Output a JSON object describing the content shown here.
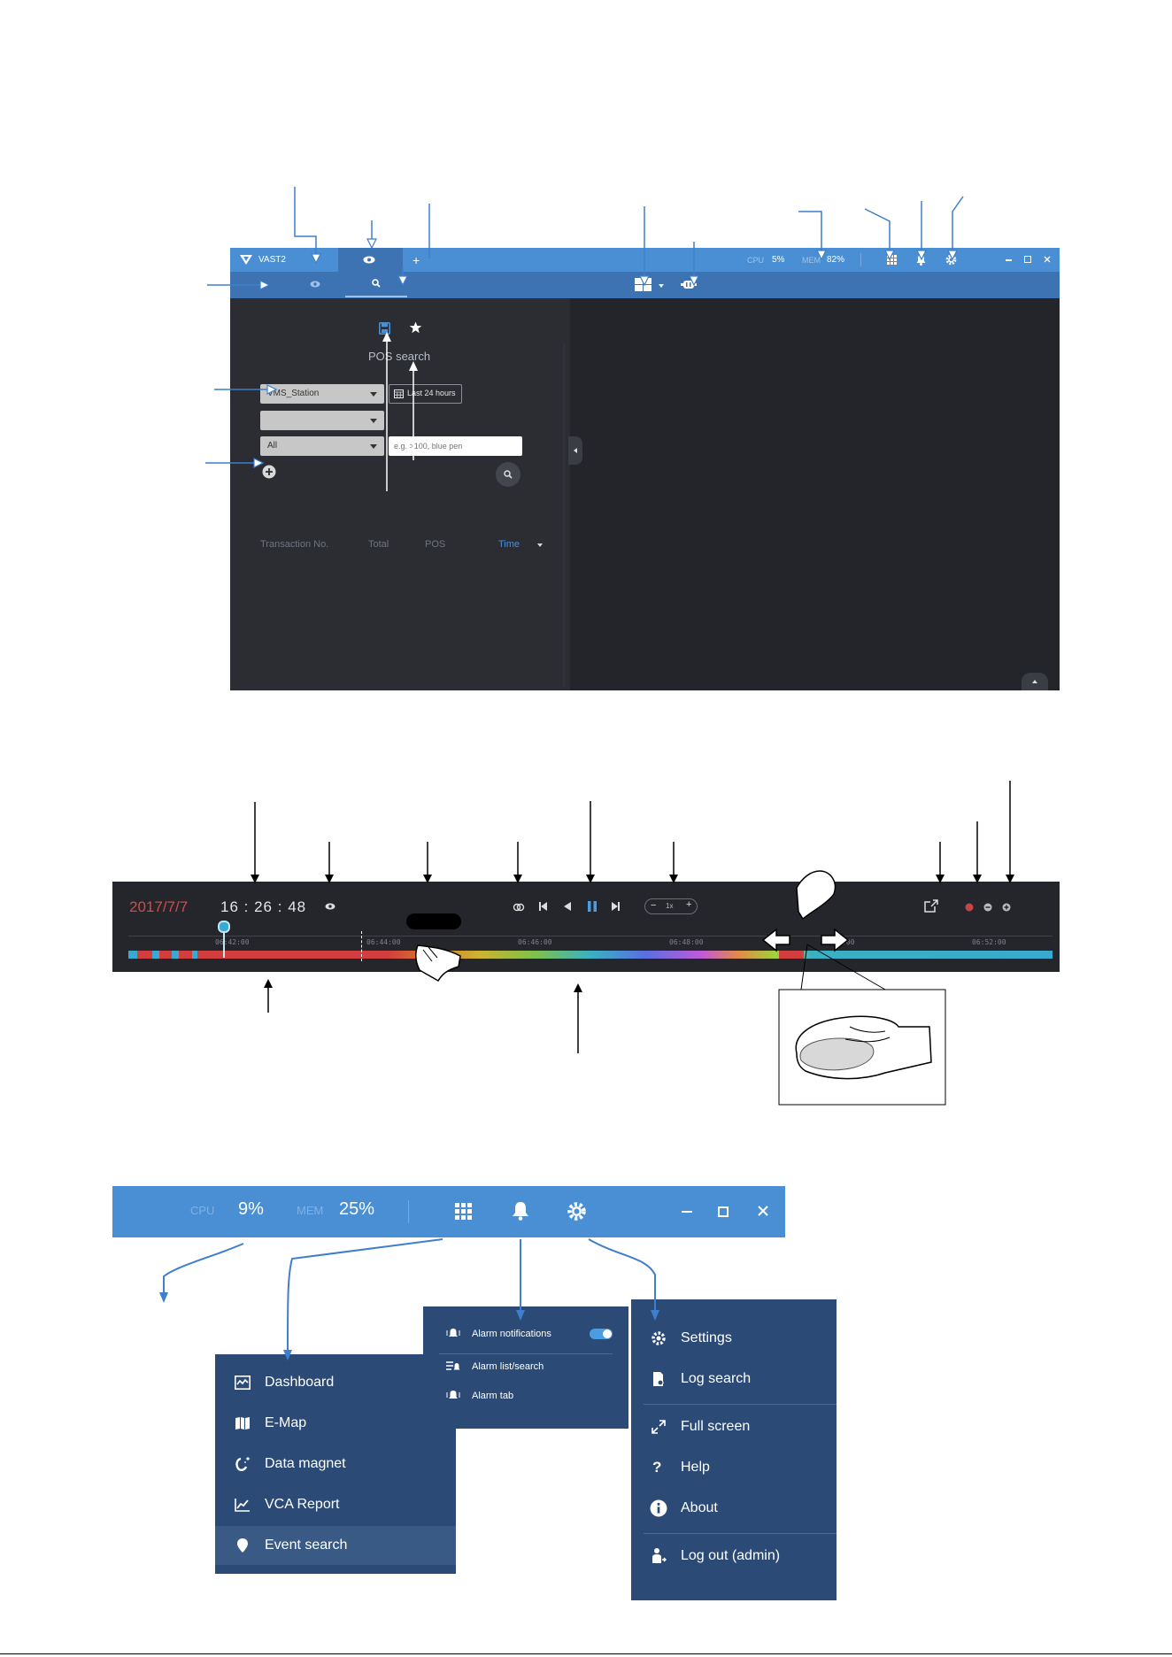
{
  "app": {
    "logo": "VAST2",
    "cpu_label": "CPU",
    "cpu_value": "5%",
    "mem_label": "MEM",
    "mem_value": "82%",
    "panel_title": "POS search",
    "station_dropdown": "VMS_Station",
    "second_dropdown": "",
    "third_dropdown": "All",
    "time_range_button": "Last 24 hours",
    "search_placeholder": "e.g. >100, blue pen",
    "columns": [
      "Transaction No.",
      "Total",
      "POS",
      "Time"
    ],
    "add_tab_label": "+",
    "icons": [
      "eye-icon",
      "search-icon",
      "save-icon",
      "star-icon",
      "layout-grid-icon",
      "camera-icon",
      "apps-icon",
      "bell-icon",
      "gear-icon",
      "minimize-icon",
      "restore-icon",
      "close-icon",
      "plus-circle-icon",
      "collapse-left-icon",
      "expand-up-icon"
    ]
  },
  "playback": {
    "date": "2017/7/7",
    "hour": "16",
    "minute": "26",
    "second": "48",
    "speed_label": "1x",
    "ticks": [
      "06:42:00",
      "06:44:00",
      "06:46:00",
      "06:48:00",
      "06:50:00",
      "06:52:00"
    ],
    "icons": [
      "eye-icon",
      "sync-icon",
      "skip-back-icon",
      "reverse-play-icon",
      "pause-icon",
      "skip-forward-icon",
      "export-icon",
      "record-icon",
      "zoom-out-icon",
      "zoom-in-icon"
    ]
  },
  "toolbar3": {
    "cpu_label": "CPU",
    "cpu_value": "9%",
    "mem_label": "MEM",
    "mem_value": "25%",
    "icons": [
      "apps-icon",
      "bell-icon",
      "gear-icon",
      "minimize-icon",
      "maximize-icon",
      "close-icon"
    ]
  },
  "apps_menu": [
    "Dashboard",
    "E-Map",
    "Data magnet",
    "VCA Report",
    "Event search"
  ],
  "alarm_menu": [
    "Alarm notifications",
    "Alarm list/search",
    "Alarm tab"
  ],
  "settings_menu": [
    "Settings",
    "Log search",
    "Full screen",
    "Help",
    "About",
    "Log out (admin)"
  ],
  "colors": {
    "title_blue": "#4a8fd3",
    "sub_blue": "#3d73b2",
    "panel_dark": "#2b2d33",
    "menu_navy": "#2b4a75",
    "accent_red": "#d24b4b",
    "annot_blue": "#3f7fcd"
  }
}
